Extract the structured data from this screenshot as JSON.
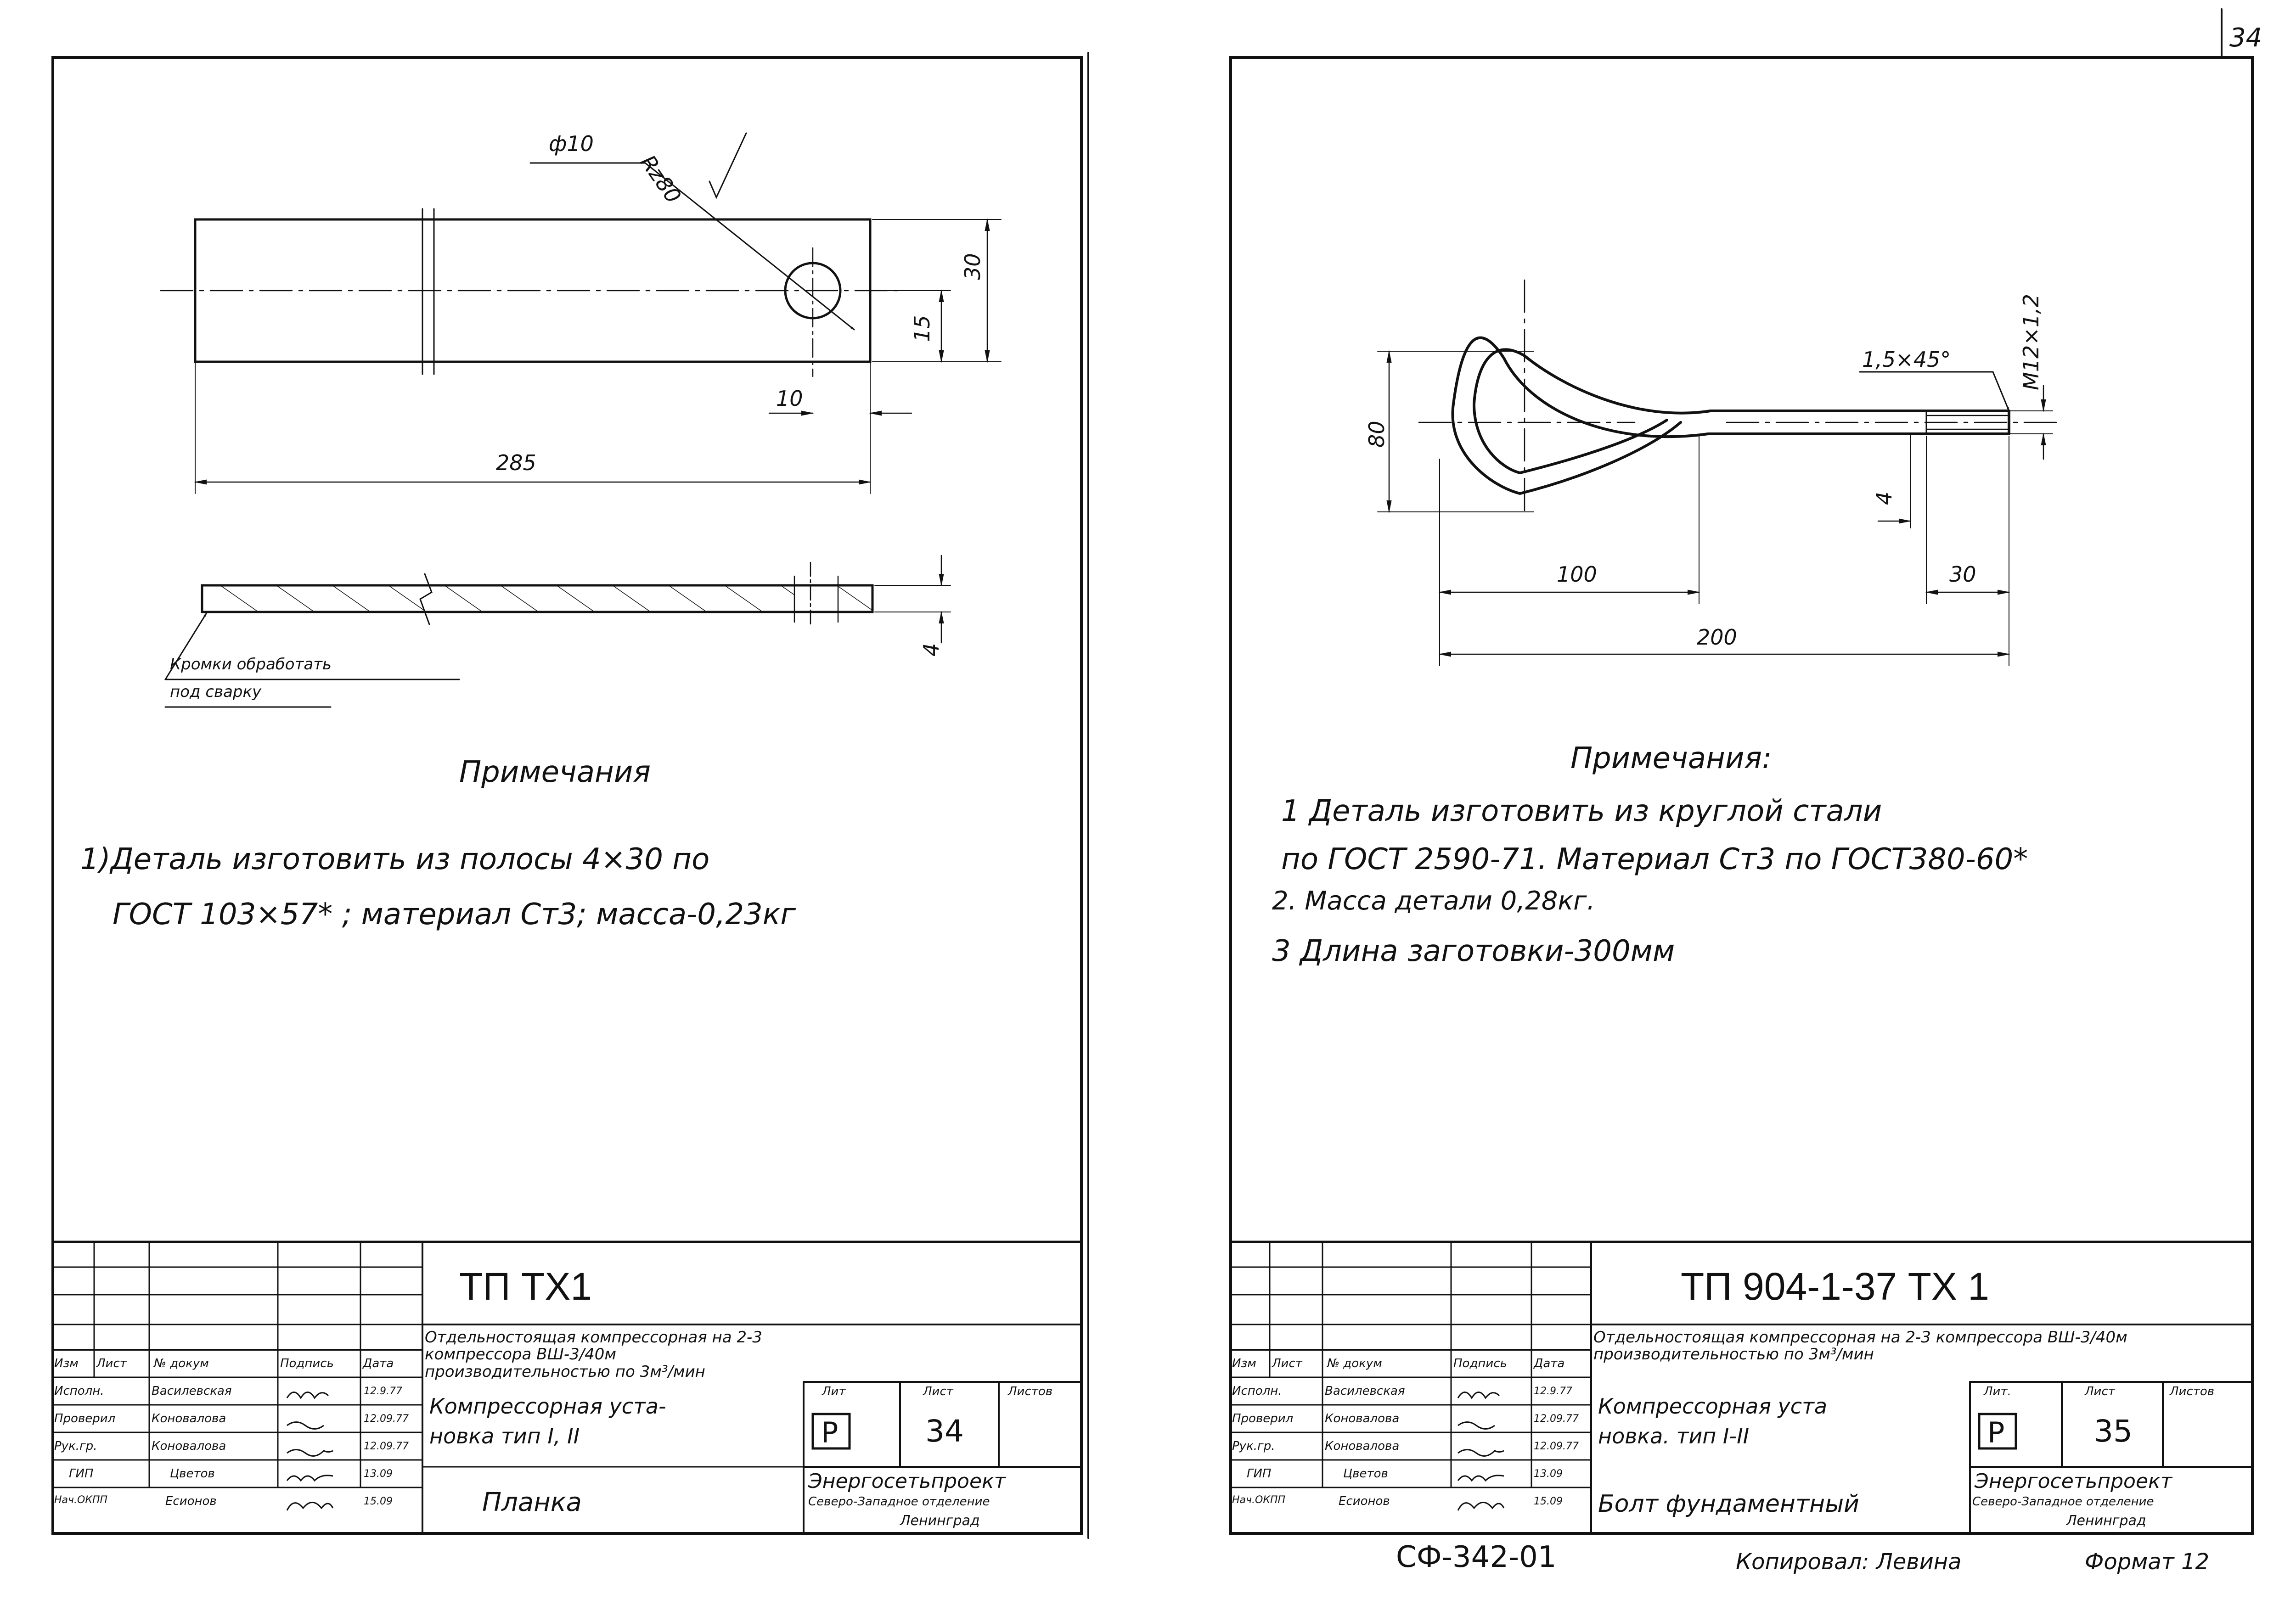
{
  "page_number": "34",
  "left_sheet": {
    "drawing": {
      "dia_label": "ф10",
      "rough_label": "Rz80",
      "dim_30": "30",
      "dim_15": "15",
      "dim_10": "10",
      "dim_285": "285",
      "dim_4": "4",
      "leader_line1": "Кромки обработать",
      "leader_line2": "под сварку"
    },
    "notes": {
      "title": "Примечания",
      "line1": "1)Деталь  изготовить из  полосы 4×30 по",
      "line2": "ГОСТ 103×57* ; материал Ст3; масса-0,23кг"
    },
    "title_block": {
      "head_izm": "Изм",
      "head_list": "Лист",
      "head_doc": "№ докум",
      "head_sign": "Подпись",
      "head_date": "Дата",
      "roles": [
        "Исполн.",
        "Проверил",
        "Рук.гр.",
        "ГИП",
        "Нач.ОКПП"
      ],
      "names": [
        "Василевская",
        "Коновалова",
        "Коновалова",
        "Цветов",
        "Есионов"
      ],
      "dates": [
        "12.9.77",
        "12.09.77",
        "12.09.77",
        "13.09",
        "15.09"
      ],
      "code": "ТП           ТХ1",
      "project": "Отдельностоящая компрессорная на 2-3 компрессора ВШ-3/40м производительностью по 3м³/мин",
      "object_line1": "Компрессорная уста-",
      "object_line2": "новка   тип I, II",
      "lit_label": "Лит",
      "sheet_label": "Лист",
      "sheets_label": "Листов",
      "lit_value": "Р",
      "sheet_value": "34",
      "drawing_name": "Планка",
      "org_line1": "Энергосетьпроект",
      "org_line2": "Северо-Западное отделение",
      "org_line3": "Ленинград"
    }
  },
  "right_sheet": {
    "drawing": {
      "thread_label": "М12×1,2",
      "chamfer_label": "1,5×45°",
      "dim_80": "80",
      "dim_4": "4",
      "dim_100": "100",
      "dim_30": "30",
      "dim_200": "200"
    },
    "notes": {
      "title": "Примечания:",
      "line1": "1 Деталь  изготовить из круглой стали",
      "line2": "по ГОСТ 2590-71.  Материал Ст3 по ГОСТ380-60*",
      "line3": "2. Масса детали 0,28кг.",
      "line4": "3 Длина  заготовки-300мм"
    },
    "title_block": {
      "head_izm": "Изм",
      "head_list": "Лист",
      "head_doc": "№ докум",
      "head_sign": "Подпись",
      "head_date": "Дата",
      "roles": [
        "Исполн.",
        "Проверил",
        "Рук.гр.",
        "ГИП",
        "Нач.ОКПП"
      ],
      "names": [
        "Василевская",
        "Коновалова",
        "Коновалова",
        "Цветов",
        "Есионов"
      ],
      "dates": [
        "12.9.77",
        "12.09.77",
        "12.09.77",
        "13.09",
        "15.09"
      ],
      "code": "ТП  904-1-37 ТХ 1",
      "project": "Отдельностоящая компрессорная на 2-3 компрессора ВШ-3/40м производительностью по 3м³/мин",
      "object_line1": "Компрессорная уста",
      "object_line2": "новка.  тип I-II",
      "lit_label": "Лит.",
      "sheet_label": "Лист",
      "sheets_label": "Листов",
      "lit_value": "Р",
      "sheet_value": "35",
      "drawing_name": "Болт фундаментный",
      "org_line1": "Энергосетьпроект",
      "org_line2": "Северо-Западное отделение",
      "org_line3": "Ленинград"
    }
  },
  "footer": {
    "archive_code": "СФ-342-01",
    "copied_by": "Копировал: Левина",
    "format": "Формат 12"
  }
}
